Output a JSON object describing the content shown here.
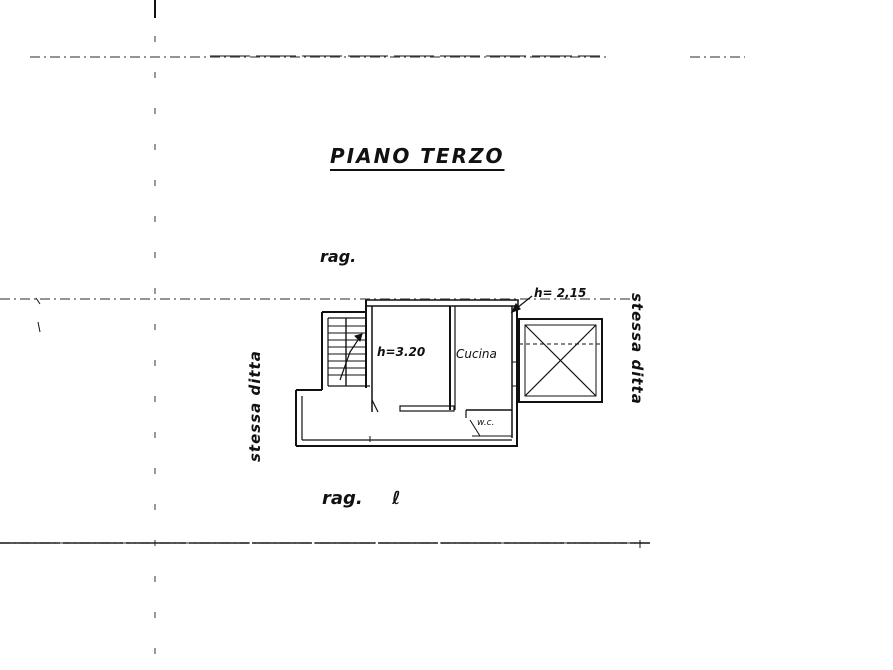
{
  "drawing": {
    "title": "PIANO TERZO",
    "neighbor_top": "rag.",
    "neighbor_bottom": "rag.",
    "neighbor_bottom_suffix": "ℓ",
    "side_left": "stessa ditta",
    "side_right": "stessa ditta",
    "height_terrace": "h= 2,15",
    "height_room": "h=3.20",
    "room_kitchen": "Cucina",
    "room_wc": "w.c."
  },
  "colors": {
    "ink": "#111111",
    "paper": "#ffffff",
    "dashed": "#555555"
  }
}
